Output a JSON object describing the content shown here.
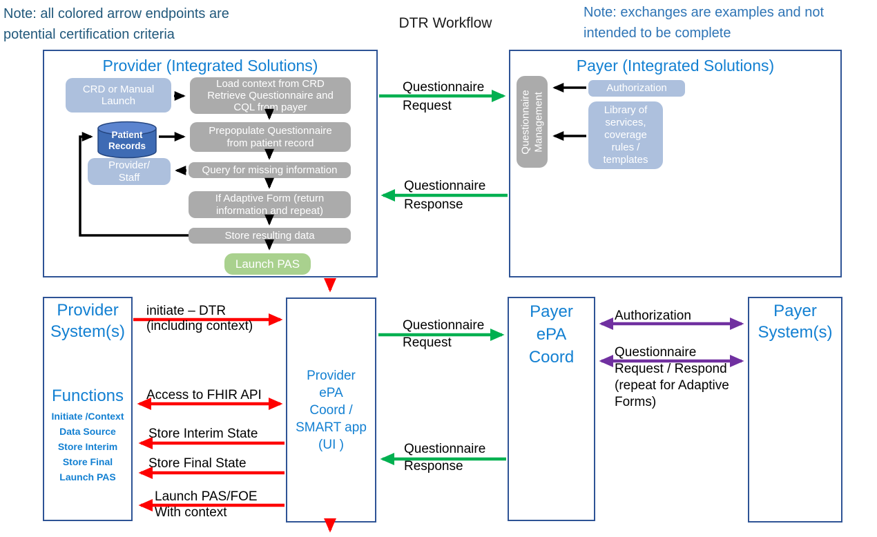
{
  "title": "DTR Workflow",
  "notes": {
    "left": "Note: all colored arrow endpoints are\npotential certification criteria",
    "right": "Note: exchanges are examples and not\nintended to be complete"
  },
  "colors": {
    "accent_blue": "#1380d2",
    "note_left_blue": "#21587b",
    "note_right_blue": "#2e74b5",
    "arrow_red": "#fe0000",
    "arrow_green": "#00b050",
    "arrow_purple": "#7030a0",
    "arrow_black": "#000000",
    "box_light_blue": "#adc0dd",
    "box_gray": "#ababab",
    "box_green": "#a9d18e",
    "cylinder_blue": "#3e6bb4",
    "panel_border": "#2e5395"
  },
  "provider_panel": {
    "title": "Provider (Integrated Solutions)",
    "nodes": {
      "crd": "CRD or Manual\nLaunch",
      "load": "Load context from CRD\nRetrieve Questionnaire and\nCQL from payer",
      "patient": "Patient\nRecords",
      "prepopulate": "Prepopulate Questionnaire\nfrom patient record",
      "provider_staff": "Provider/\nStaff",
      "query": "Query for missing information",
      "adaptive": "If Adaptive Form (return\ninformation and repeat)",
      "store": "Store resulting data",
      "launch_pas": "Launch PAS"
    }
  },
  "payer_panel": {
    "title": "Payer (Integrated Solutions)",
    "questionnaire_management": "Questionnaire\nManagement",
    "authorization": "Authorization",
    "library": "Library of\nservices,\ncoverage\nrules /\ntemplates"
  },
  "top_flows": {
    "request": "Questionnaire\nRequest",
    "response": "Questionnaire\nResponse"
  },
  "provider_system": {
    "title": "Provider\nSystem(s)",
    "functions_heading": "Functions",
    "functions_list": [
      "Initiate /Context",
      "Data Source",
      "Store Interim",
      "Store Final",
      "Launch PAS"
    ]
  },
  "epa_coordinator": {
    "label": "Provider\nePA\nCoord /\nSMART app\n(UI )"
  },
  "payer_epa": {
    "label": "Payer\nePA\nCoord"
  },
  "payer_system": {
    "label": "Payer\nSystem(s)"
  },
  "bottom_flows": {
    "initiate": "initiate – DTR\n(including context)",
    "fhir": "Access to FHIR API",
    "interim": "Store Interim State",
    "final": "Store Final State",
    "launch": "Launch PAS/FOE\nWith context",
    "request": "Questionnaire\nRequest",
    "response": "Questionnaire\nResponse",
    "authorization": "Authorization",
    "adaptive": "Questionnaire\nRequest / Respond\n(repeat for Adaptive\nForms)"
  }
}
